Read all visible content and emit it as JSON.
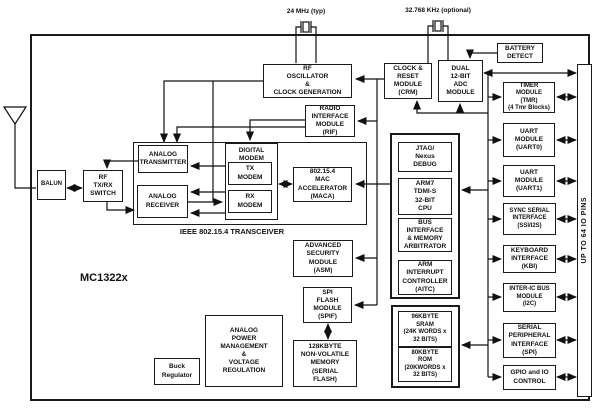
{
  "diagram": {
    "chip_label": "MC1322x",
    "crystal_24mhz_label": "24 MHz (typ)",
    "crystal_32khz_label": "32.768 KHz (optional)",
    "transceiver_label": "IEEE 802.15.4 TRANSCEIVER",
    "io_pins_label": "UP TO 64 IO PINS",
    "line_color": "#111111",
    "blocks": {
      "balun": "BALUN",
      "rf_switch": "RF\nTX/RX\nSWITCH",
      "analog_transmitter": "ANALOG\nTRANSMITTER",
      "analog_receiver": "ANALOG\nRECEIVER",
      "digital_modem": "DIGITAL\nMODEM",
      "tx_modem": "TX\nMODEM",
      "rx_modem": "RX\nMODEM",
      "maca": "802.15.4\nMAC\nACCELERATOR\n(MACA)",
      "rf_oscillator": "RF\nOSCILLATOR\n&\nCLOCK GENERATION",
      "rif": "RADIO\nINTERFACE\nMODULE\n(RIF)",
      "crm": "CLOCK &\nRESET\nMODULE\n(CRM)",
      "adc": "DUAL\n12-BIT\nADC\nMODULE",
      "battery_detect": "BATTERY\nDETECT",
      "jtag": "JTAG/\nNexus\nDEBUG",
      "cpu": "ARM7\nTDMI-S\n32-BIT\nCPU",
      "bus_interface": "BUS\nINTERFACE\n& MEMORY\nARBITRATOR",
      "aitc": "ARM\nINTERRUPT\nCONTROLLER\n(AITC)",
      "sram": "96KBYTE\nSRAM\n(24K WORDS x\n32 BITS)",
      "rom": "80KBYTE\nROM\n(20KWORDS x\n32 BITS)",
      "asm": "ADVANCED\nSECURITY\nMODULE\n(ASM)",
      "spif": "SPI\nFLASH\nMODULE\n(SPIF)",
      "nvm": "128KBYTE\nNON-VOLATILE\nMEMORY\n(SERIAL\nFLASH)",
      "power_mgmt": "ANALOG\nPOWER\nMANAGEMENT\n&\nVOLTAGE\nREGULATION",
      "buck": "Buck\nRegulator",
      "tmr": "TIMER\nMODULE\n(TMR)\n(4 Tmr Blocks)",
      "uart0": "UART\nMODULE\n(UART0)",
      "uart1": "UART\nMODULE\n(UART1)",
      "ssi": "SYNC SERIAL\nINTERFACE\n(SSI/I2S)",
      "kbi": "KEYBOARD\nINTERFACE\n(KBI)",
      "i2c": "INTER-IC BUS\nMODULE\n(I2C)",
      "spi": "SERIAL\nPERIPHERAL\nINTERFACE\n(SPI)",
      "gpio": "GPIO and IO\nCONTROL"
    }
  }
}
